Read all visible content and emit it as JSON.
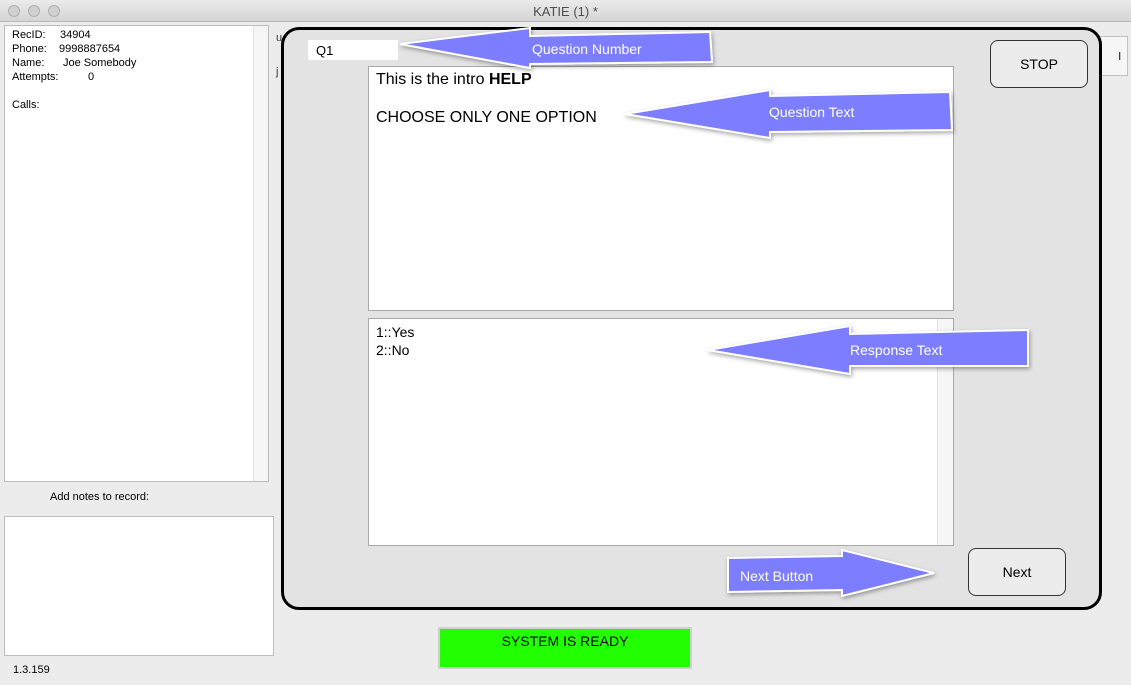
{
  "window": {
    "title": "KATIE (1) *"
  },
  "record": {
    "rows": [
      {
        "label": "RecID:",
        "value": "34904"
      },
      {
        "label": "Phone:",
        "value": "9998887654"
      },
      {
        "label": "Name:",
        "value": "Joe Somebody"
      },
      {
        "label": "Attempts:",
        "value": "0"
      }
    ],
    "calls_label": "Calls:"
  },
  "notes": {
    "label": "Add notes to record:",
    "value": ""
  },
  "version": "1.3.159",
  "background": {
    "letter_top": "u",
    "letter_bottom": "j",
    "button_fragment": "l"
  },
  "question": {
    "number": "Q1",
    "intro_text": "This is the intro ",
    "intro_bold": "HELP",
    "instruction": "CHOOSE ONLY ONE OPTION",
    "responses": [
      "1::Yes",
      "2::No"
    ]
  },
  "buttons": {
    "stop": "STOP",
    "next": "Next"
  },
  "status": {
    "text": "SYSTEM IS READY",
    "color": "#22ff00"
  },
  "annotations": {
    "color": "#7b7dff",
    "question_number": "Question Number",
    "question_text": "Question Text",
    "response_text": "Response Text",
    "next_button": "Next Button"
  }
}
